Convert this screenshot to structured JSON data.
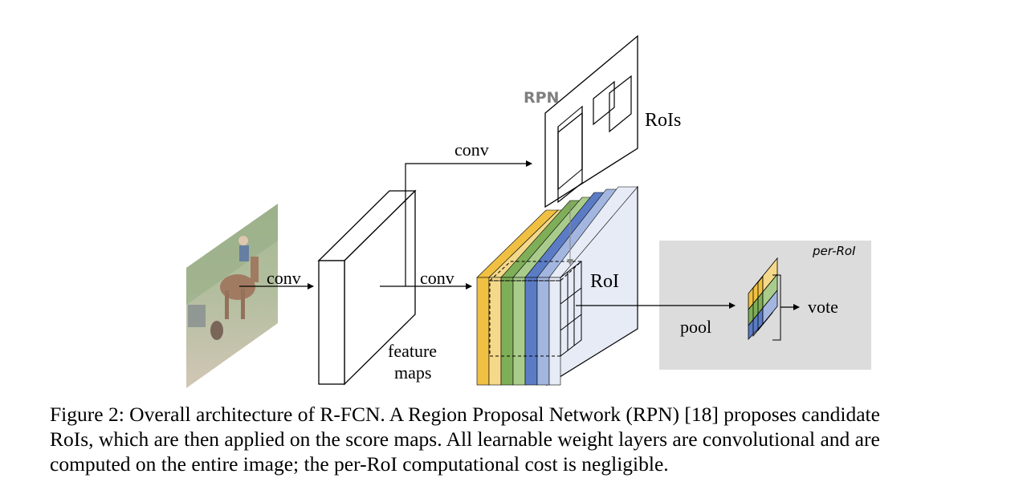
{
  "diagram": {
    "labels": {
      "conv_input": "conv",
      "conv_rpn": "conv",
      "conv_score": "conv",
      "rpn": "RPN",
      "rois": "RoIs",
      "roi": "RoI",
      "feature_line1": "feature",
      "feature_line2": "maps",
      "pool": "pool",
      "vote": "vote",
      "per_roi": "per-RoI"
    },
    "colors": {
      "yellow": "#f0c043",
      "green": "#7fae58",
      "blue": "#5b7cc5",
      "score_face": "#e6ebf6",
      "per_roi_bg": "#dcdcdc"
    }
  },
  "caption": {
    "line1": "Figure 2: Overall architecture of R-FCN. A Region Proposal Network (RPN) [18] proposes candidate",
    "line2": "RoIs, which are then applied on the score maps. All learnable weight layers are convolutional and are",
    "line3": "computed on the entire image; the per-RoI computational cost is negligible."
  }
}
